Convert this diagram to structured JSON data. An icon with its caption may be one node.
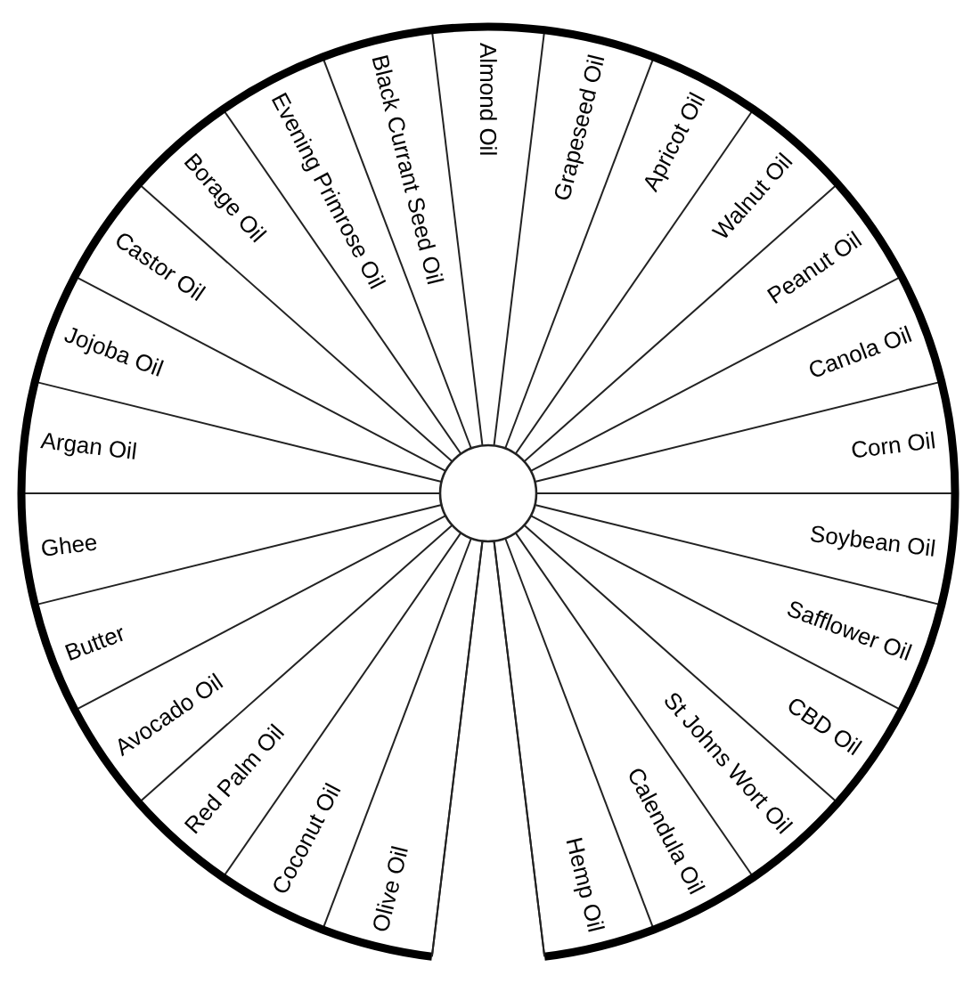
{
  "diagram": {
    "nodes": [
      {
        "text": [
          "Almond Oil"
        ]
      },
      {
        "text": [
          "Grapeseed Oil"
        ]
      },
      {
        "text": [
          "Apricot Oil"
        ]
      },
      {
        "text": [
          "Walnut Oil"
        ]
      },
      {
        "text": [
          "Peanut Oil"
        ]
      },
      {
        "text": [
          "Canola Oil"
        ]
      },
      {
        "text": [
          "Corn Oil"
        ]
      },
      {
        "text": [
          "Soybean Oil"
        ]
      },
      {
        "text": [
          "Safflower Oil"
        ]
      },
      {
        "text": [
          "CBD Oil"
        ]
      },
      {
        "text": [
          "St Johns Wort Oil"
        ]
      },
      {
        "text": [
          "Calendula Oil"
        ]
      },
      {
        "text": [
          "Hemp Oil"
        ]
      },
      {
        "text": [],
        "shape": "wedge"
      },
      {
        "text": [
          "Olive Oil"
        ]
      },
      {
        "text": [
          "Coconut Oil"
        ]
      },
      {
        "text": [
          "Red Palm Oil"
        ]
      },
      {
        "text": [
          "Avocado Oil"
        ]
      },
      {
        "text": [
          "Butter"
        ]
      },
      {
        "text": [
          "Ghee"
        ]
      },
      {
        "text": [
          "Argan Oil"
        ]
      },
      {
        "text": [
          "Jojoba Oil"
        ]
      },
      {
        "text": [
          "Castor Oil"
        ]
      },
      {
        "text": [
          "Borage Oil"
        ]
      },
      {
        "text": [
          "Evening Primrose Oil"
        ]
      },
      {
        "text": [
          "Black Currant Seed Oil"
        ]
      }
    ]
  }
}
